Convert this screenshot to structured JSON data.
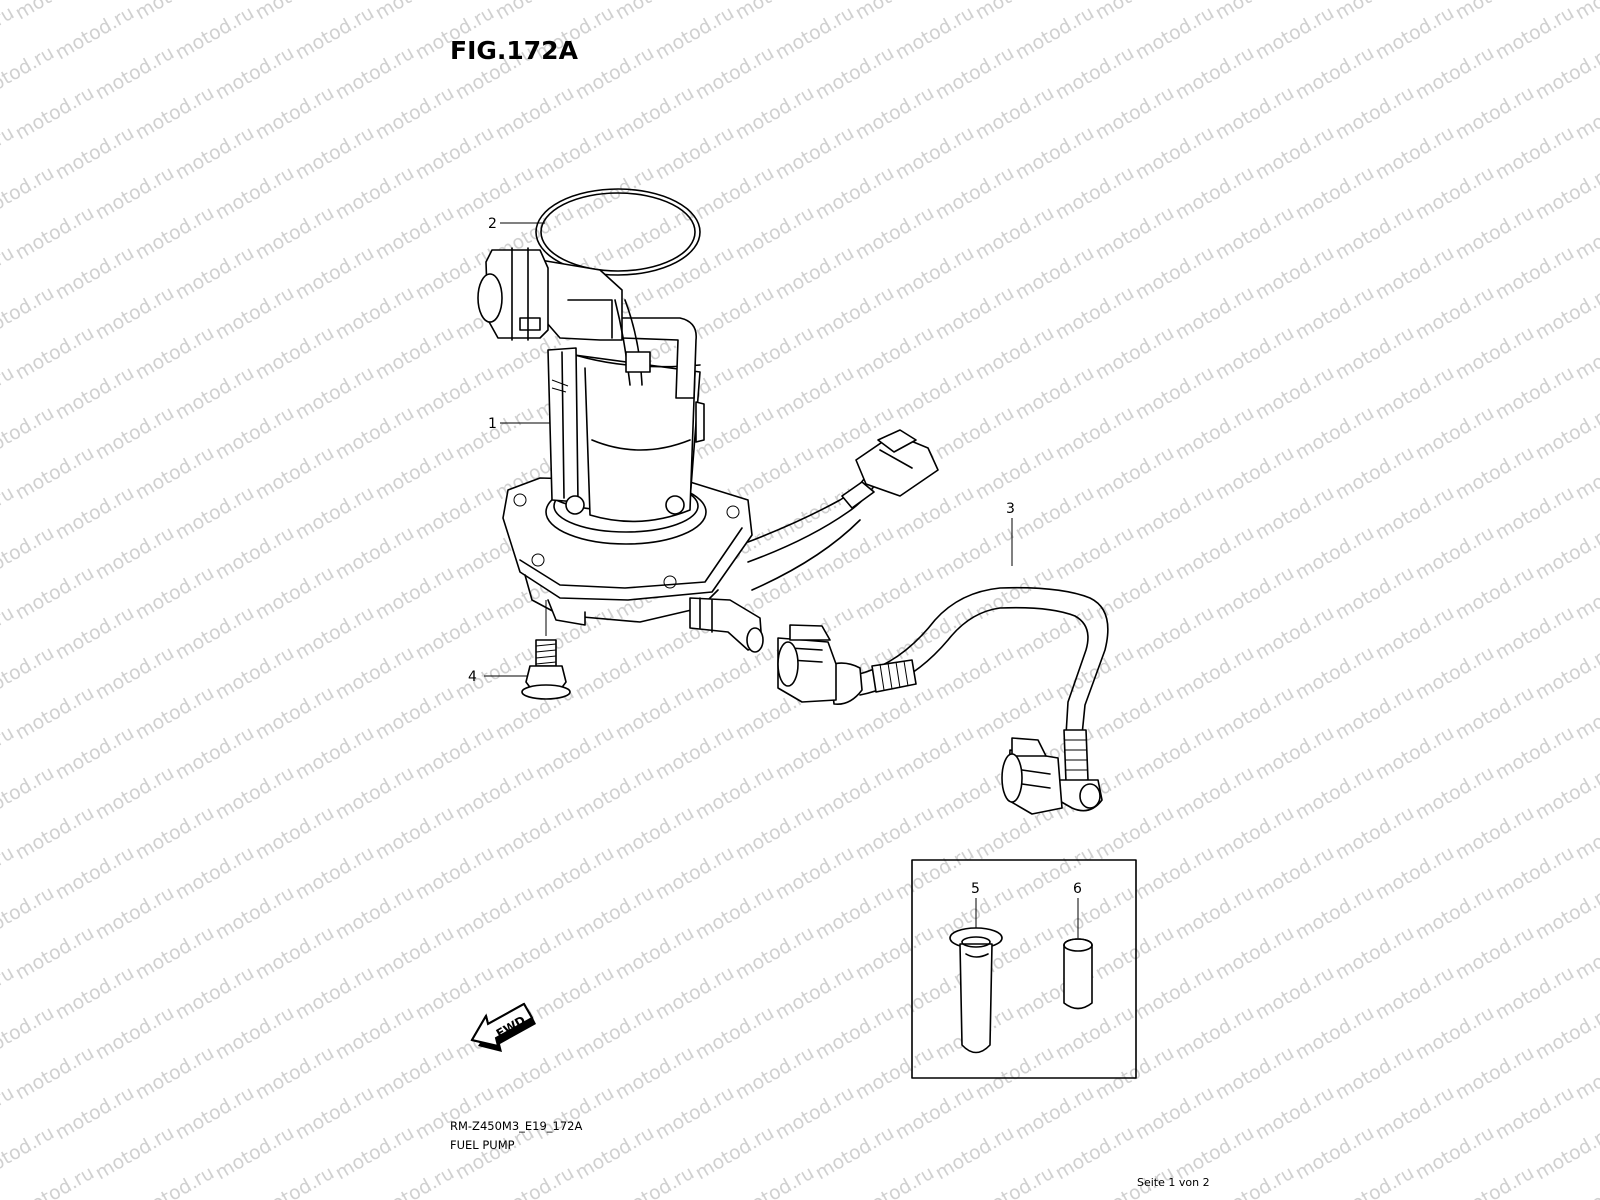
{
  "figure": {
    "title": "FIG.172A"
  },
  "footer": {
    "code": "RM-Z450M3_E19_172A",
    "name": "FUEL PUMP",
    "page_indicator": "Seite 1 von 2"
  },
  "watermark": {
    "text": "motod.ru"
  },
  "direction_arrow": {
    "label": "FWD"
  },
  "parts": [
    {
      "ref": "1",
      "description": ""
    },
    {
      "ref": "2",
      "description": ""
    },
    {
      "ref": "3",
      "description": ""
    },
    {
      "ref": "4",
      "description": ""
    },
    {
      "ref": "5",
      "description": ""
    },
    {
      "ref": "6",
      "description": ""
    }
  ],
  "colors": {
    "line": "#000000",
    "watermark": "#d0d0d0",
    "background": "#ffffff"
  }
}
